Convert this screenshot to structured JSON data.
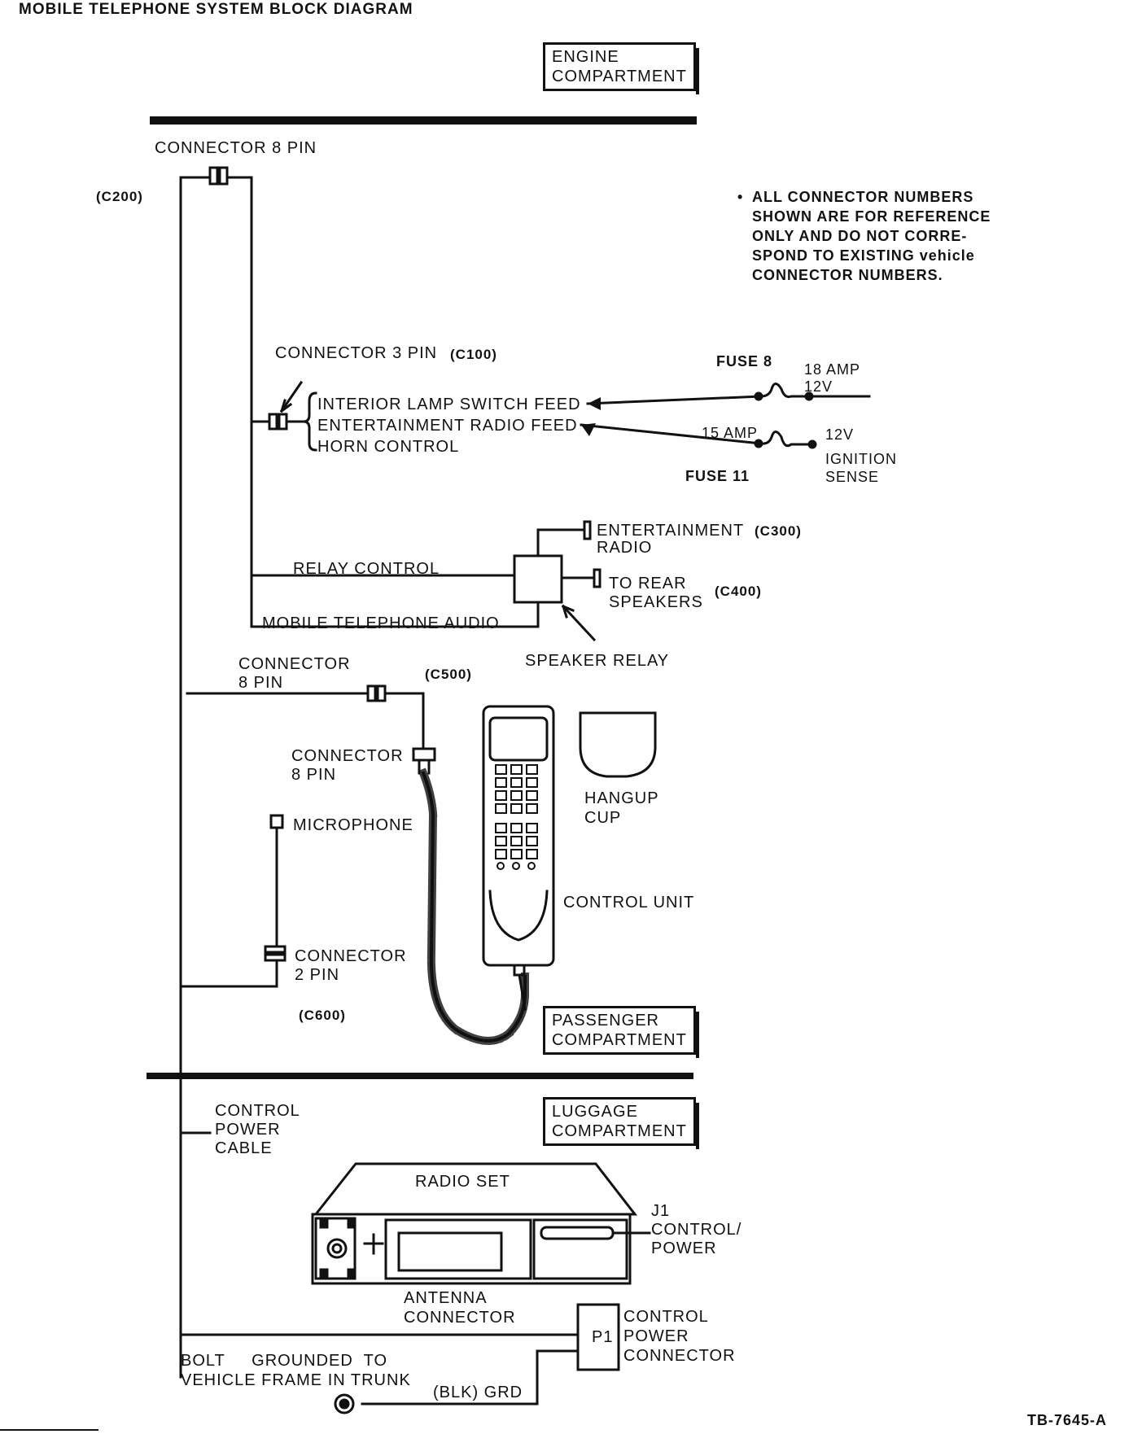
{
  "title": "MOBILE TELEPHONE SYSTEM BLOCK DIAGRAM",
  "compartments": {
    "engine": "ENGINE\nCOMPARTMENT",
    "passenger": "PASSENGER\nCOMPARTMENT",
    "luggage": "LUGGAGE\nCOMPARTMENT"
  },
  "note": {
    "bullet": "•",
    "lines": [
      "ALL CONNECTOR NUMBERS",
      "SHOWN ARE FOR REFERENCE",
      "ONLY AND DO NOT CORRE-",
      "SPOND TO EXISTING vehicle",
      "CONNECTOR NUMBERS."
    ]
  },
  "labels": {
    "c200_name": "CONNECTOR 8 PIN",
    "c200_ref": "(C200)",
    "c100_name": "CONNECTOR 3 PIN",
    "c100_ref": "(C100)",
    "interior_lamp": "INTERIOR LAMP SWITCH FEED",
    "ent_radio_feed": "ENTERTAINMENT RADIO FEED",
    "horn_control": "HORN CONTROL",
    "fuse8": "FUSE 8",
    "amp18": "18 AMP",
    "v12a": "12V",
    "amp15": "15 AMP",
    "v12b": "12V",
    "ignition": "IGNITION",
    "sense": "SENSE",
    "fuse11": "FUSE 11",
    "ent_radio_1": "ENTERTAINMENT",
    "ent_radio_2": "RADIO",
    "c300": "(C300)",
    "rear_1": "TO REAR",
    "rear_2": "SPEAKERS",
    "c400": "(C400)",
    "relay_control": "RELAY CONTROL",
    "mobile_audio": "MOBILE TELEPHONE AUDIO",
    "speaker_relay": "SPEAKER RELAY",
    "c500_name_1": "CONNECTOR",
    "c500_name_2": "8 PIN",
    "c500_ref": "(C500)",
    "handset_conn_1": "CONNECTOR",
    "handset_conn_2": "8 PIN",
    "hangup_1": "HANGUP",
    "hangup_2": "CUP",
    "microphone": "MICROPHONE",
    "control_unit": "CONTROL UNIT",
    "c600_name_1": "CONNECTOR",
    "c600_name_2": "2 PIN",
    "c600_ref": "(C600)",
    "cable_1": "CONTROL",
    "cable_2": "POWER",
    "cable_3": "CABLE",
    "radio_set": "RADIO SET",
    "j1_1": "J1",
    "j1_2": "CONTROL/",
    "j1_3": "POWER",
    "antenna_1": "ANTENNA",
    "antenna_2": "CONNECTOR",
    "p1": "P1",
    "p1_label_1": "CONTROL",
    "p1_label_2": "POWER",
    "p1_label_3": "CONNECTOR",
    "bolt_1": "BOLT     GROUNDED  TO",
    "bolt_2": "VEHICLE FRAME IN TRUNK",
    "gnd": "(BLK) GRD",
    "figure_id": "TB-7645-A"
  }
}
